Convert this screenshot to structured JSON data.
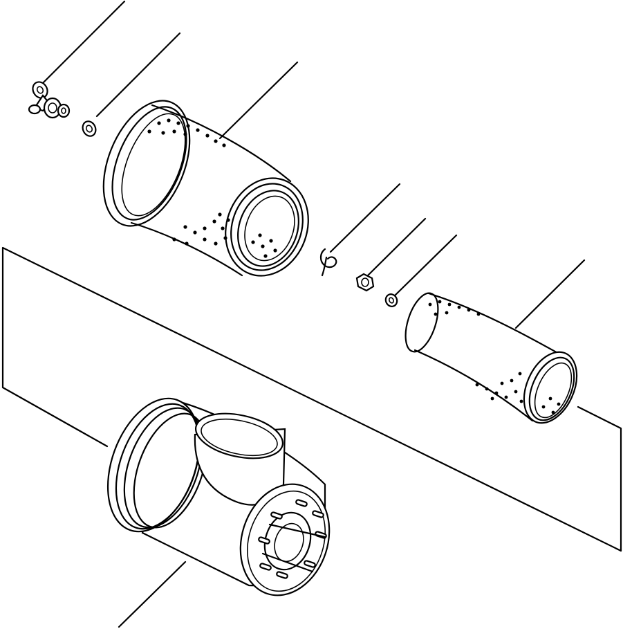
{
  "diagram": {
    "type": "exploded-parts-drawing",
    "background_color": "#ffffff",
    "line_color": "#000000",
    "parts": [
      {
        "name": "wing-nut",
        "label": ""
      },
      {
        "name": "washer",
        "label": ""
      },
      {
        "name": "outer-filter-element",
        "label": ""
      },
      {
        "name": "clip",
        "label": ""
      },
      {
        "name": "nut",
        "label": ""
      },
      {
        "name": "small-washer",
        "label": ""
      },
      {
        "name": "inner-filter-element",
        "label": ""
      },
      {
        "name": "air-cleaner-housing",
        "label": ""
      }
    ]
  }
}
